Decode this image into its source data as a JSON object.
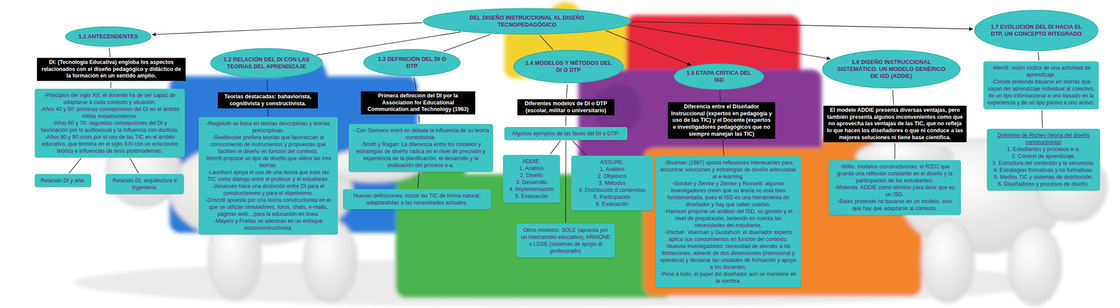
{
  "diagram": {
    "nodes": [
      {
        "text": [
          "DEL DISEÑO INSTRUCCIONAL AL DISEÑO TECNOPEDAGÓGICO"
        ]
      },
      {
        "text": [
          "1.1 ANTECENDENTES"
        ]
      },
      {
        "text": [
          "DI: (Tecnología Educativa) engloba los aspectos relacionados con el diseño pedagógico y didáctico de la formación en un sentido amplio."
        ]
      },
      {
        "text": [
          "-Principios del siglo XX: el docente ha de ser capaz de adaptarse a cada contexto y situación.",
          "-Años 40 y 50: primeras concepciones del DI en el ámbito militar estadounidense.",
          "-Años 60 y 70: segundas concepciones del DI y fascinación por lo audiovisual y la influencia con-ductista.",
          "-Años 80 y 90:crisis por el uso de las TIC en el ámbito educativo, que termina en el siglo XXI con un eclectismo teórico e influencias de tesis postmodernas."
        ]
      },
      {
        "text": [
          "Relación DI y arte."
        ]
      },
      {
        "text": [
          "Relación DI, arquitectura e ingeniería."
        ]
      },
      {
        "text": [
          "1.2 RELACIÓN DEL DI CON LAS TEORIAS DEL APRENDIZAJE"
        ]
      },
      {
        "text": [
          "Teorías destacadas: bahaviorista, cognitivista y constructivista."
        ]
      },
      {
        "text": [
          "-Reigeluth se basa en teorías descriptivas y teorías prescriptivas.",
          "-Snelbecker prefiere teorías que favorezcan al conocimiento de instrumentos y propuestas que faciliten el diseño en función del contexto.",
          "-Merrill propone un tipo de diseño que utilice las tres teorías.",
          "-Laurillard apoya el uso de una teoría que trate las TIC como diálogo entre el profesor y el estudiante.",
          "-Jonassen hace una distinción entre DI para el constructivismo y para el objetivismo.",
          "-Driscoll apuesta por una teoría constructivista en el que se utilizan simuladores, foros, chats, e-mails, páginas web,...para la educación en línea.",
          "-Mayers y Freitas se adentran en un enfoque socioconstructivista."
        ]
      },
      {
        "text": [
          "1.3 DEFINICIÓN DEL DI O DTP"
        ]
      },
      {
        "text": [
          "Primera definición del DI por la Association for Educational Communication and Technology (1963)"
        ]
      },
      {
        "text": [
          "- Con Siemens entró en debate la influencia de su teoría conectivista.",
          "-Smith y Ragan: La diferencia entre los modelos y estrategias de diseño radica en el nivel de precisión y experiencia de la planificación, el desarrollo y la evaluación del proceso e-a."
        ]
      },
      {
        "text": [
          "Nuevas definiciones: incluir las TIC de forma natural, adaptándolas a las necesidades actuales."
        ]
      },
      {
        "text": [
          "1.4 MODELOS Y MÉTODOS DEL DI O DTP"
        ]
      },
      {
        "text": [
          "Diferentes modelos de DI o DTP (escolar, militar o universitario)"
        ]
      },
      {
        "text": [
          "Algunos ejemplos de las fases del DI o DTP:"
        ]
      },
      {
        "text": [
          "ADDIE:",
          "1. Análisis",
          "2. Diseño",
          "3. Desarrollo",
          "4. Implementación",
          "5. Evaluación"
        ]
      },
      {
        "text": [
          "ASSURE:",
          "1. Análisis",
          "2. Objetivos",
          "3. Métodos",
          "4. Distribución d contenidos",
          "5. Participación",
          "6. Evaluación"
        ]
      },
      {
        "text": [
          "Otros modelos: SOLE (apuesta por un intercambio educativo), ARIAONE o LDSE,(sistemas de apoyo al profesorado)"
        ]
      },
      {
        "text": [
          "1.5 ETAPA CRÍTICA DEL ISD"
        ]
      },
      {
        "text": [
          "Diferencia entre el Diseñador Instruccional (expertos en pedagogía y uso de las TIC) y el Docente (expertos e investigadores pedagógicos que no siempre manejan las TIC)"
        ]
      },
      {
        "text": [
          "-Shulman (1987) aporta reflexiones interesantes para encontrar soluciones y estrategias de diseño adecuadas al e-learning.",
          "-Gordon y Zemke y Zemke y Rossetti: algunos investigadores creen que su teoría no está bien fundamentada, pues el ISD es una herramienta de diseñador y hay que saber usarlas.",
          "-Hannum propone un análisis del ISD, su gestión y el nivel de preparación, teniendo en cuenta las necesidades del estudiante.",
          "-Vischer- Voerman y Gustafson: el diseñador experto aplica sus conocimientos en función del contexto.",
          "-Nuevos investigadores: necesidad de atender a las limitaciones, advertir de dos dimensiones (intencional y operativa) y destacar las unidades de formación y apoyo a los docentes.",
          "-Pese a todo, el papel del diseñador aun se mantiene en la sombra."
        ]
      },
      {
        "text": [
          "1.6 DISEÑO INSTRUCCIONAL SISTEMÁTICO. UN MODELO GENÉRICO DE ISD (ADDIE)"
        ]
      },
      {
        "text": [
          "El modelo ADDIE presenta diversas ventajas, pero también presenta algunos inconvenientes como que no aprovecha las ventajas de las TIC, que no refleja lo que hacen los diseñadores o que ni conduce a las mejores soluciones ni tiene base científica."
        ]
      },
      {
        "text": [
          "-Willis: modelos constructivistas: el R2D2 que guarda una reflexión constante en el diseño y la participación de los estudiantes.",
          "-Molenda: ADDIE como término para decir que es un ISD.",
          "-Bates pretende no basarse en un modelo, sino que hay que adaptarse al contexto."
        ]
      },
      {
        "text": [
          "1.7 EVOLUCIÓN DEL DI HACIA EL DTP, UN CONCEPTO INTEGRADO"
        ]
      },
      {
        "text": [
          "-Merrill: visión cíclica de una actividad de aprendizaje.",
          "-Conole pretende basarse en teorías que vayan del aprendizaje individual al colectivo, de un tipo informacional a uno basado en la experiencia y de un tipo pasivo a uno activo."
        ]
      },
      {
        "text": [
          "Dominios de Richey (teoría del diseño constructivista)",
          "1. Estudiantes y procesos e-a.",
          "2. Context de aprendizaje.",
          "3. Estructura del contenido y la secuencia.",
          "4. Estrategias formativas y no formativas.",
          "5. Medios TIC y sistemas de distribución.",
          "6. Diseñadores y procesos de diseño."
        ]
      }
    ],
    "edges": [
      {
        "from": 0,
        "to": 1,
        "arrow": "to"
      },
      {
        "from": 0,
        "to": 6,
        "arrow": "none"
      },
      {
        "from": 0,
        "to": 9,
        "arrow": "none"
      },
      {
        "from": 0,
        "to": 13,
        "arrow": "none"
      },
      {
        "from": 0,
        "to": 19,
        "arrow": "to"
      },
      {
        "from": 0,
        "to": 22,
        "arrow": "to"
      },
      {
        "from": 0,
        "to": 25,
        "arrow": "to"
      },
      {
        "from": 1,
        "to": 2,
        "arrow": "none"
      },
      {
        "from": 2,
        "to": 3,
        "arrow": "none"
      },
      {
        "from": 3,
        "to": 4,
        "arrow": "none"
      },
      {
        "from": 3,
        "to": 5,
        "arrow": "none"
      },
      {
        "from": 6,
        "to": 7,
        "arrow": "none"
      },
      {
        "from": 7,
        "to": 8,
        "arrow": "none"
      },
      {
        "from": 9,
        "to": 10,
        "arrow": "none"
      },
      {
        "from": 10,
        "to": 11,
        "arrow": "none"
      },
      {
        "from": 11,
        "to": 12,
        "arrow": "none"
      },
      {
        "from": 13,
        "to": 14,
        "arrow": "none"
      },
      {
        "from": 14,
        "to": 15,
        "arrow": "none"
      },
      {
        "from": 15,
        "to": 16,
        "arrow": "none"
      },
      {
        "from": 15,
        "to": 17,
        "arrow": "none"
      },
      {
        "from": 15,
        "to": 18,
        "arrow": "none"
      },
      {
        "from": 19,
        "to": 20,
        "arrow": "none"
      },
      {
        "from": 20,
        "to": 21,
        "arrow": "none"
      },
      {
        "from": 22,
        "to": 23,
        "arrow": "none"
      },
      {
        "from": 23,
        "to": 24,
        "arrow": "none"
      },
      {
        "from": 25,
        "to": 26,
        "arrow": "none"
      },
      {
        "from": 26,
        "to": 27,
        "arrow": "none"
      }
    ]
  }
}
